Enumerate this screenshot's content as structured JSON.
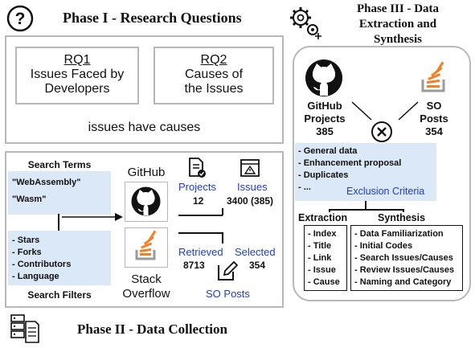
{
  "phase1": {
    "title": "Phase I - Research Questions",
    "rq1": {
      "id": "RQ1",
      "text_line1": "Issues Faced by",
      "text_line2": "Developers"
    },
    "rq2": {
      "id": "RQ2",
      "text_line1": "Causes of",
      "text_line2": "the Issues"
    },
    "relation": "issues have causes"
  },
  "phase2": {
    "title": "Phase II - Data Collection",
    "search_terms": {
      "heading": "Search Terms",
      "items": [
        "\"WebAssembly\"",
        "\"Wasm\""
      ]
    },
    "search_filters": {
      "heading": "Search Filters",
      "items": [
        "- Stars",
        "- Forks",
        "- Contributors",
        "- Language"
      ]
    },
    "github": {
      "label": "GitHub",
      "projects_label": "Projects",
      "projects_value": "12",
      "issues_label": "Issues",
      "issues_value": "3400 (385)"
    },
    "stackoverflow": {
      "label_line1": "Stack",
      "label_line2": "Overflow",
      "retrieved_label": "Retrieved",
      "retrieved_value": "8713",
      "selected_label": "Selected",
      "selected_value": "354",
      "posts_label": "SO Posts"
    }
  },
  "phase3": {
    "title_line1": "Phase III - Data",
    "title_line2": "Extraction and",
    "title_line3": "Synthesis",
    "github": {
      "line1": "GitHub",
      "line2": "Projects",
      "value": "385"
    },
    "so": {
      "line1": "SO",
      "line2": "Posts",
      "value": "354"
    },
    "exclusion": {
      "items": [
        "- General data",
        "- Enhancement proposal",
        "- Duplicates",
        "- ..."
      ],
      "label": "Exclusion Criteria"
    },
    "extraction": {
      "heading": "Extraction",
      "items": [
        "- Index",
        "- Title",
        "- Link",
        "- Issue",
        "- Cause"
      ]
    },
    "synthesis": {
      "heading": "Synthesis",
      "items": [
        "- Data Familiarization",
        "- Initial Codes",
        "- Search Issues/Causes",
        "- Review Issues/Causes",
        "- Naming and Category"
      ]
    }
  },
  "colors": {
    "link_blue": "#1f3ccf",
    "panel_blue": "#dbe8f8",
    "frame_gray": "#b8b8b8",
    "so_orange": "#f48024"
  },
  "icons": [
    "question-icon",
    "gears-icon",
    "github-icon",
    "stackoverflow-icon",
    "document-check-icon",
    "issue-window-icon",
    "pencil-icon",
    "server-docs-icon",
    "exclude-icon"
  ]
}
